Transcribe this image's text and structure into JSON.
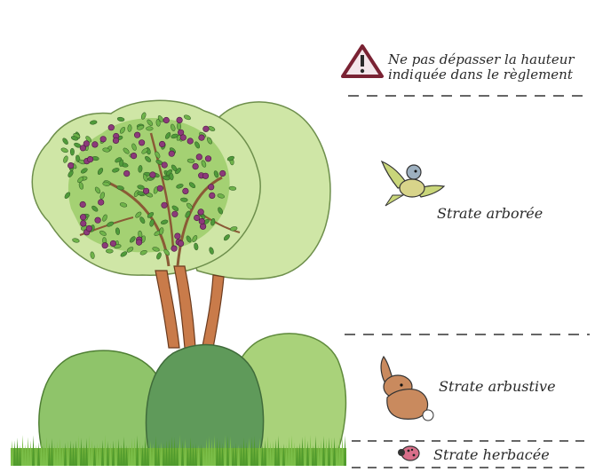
{
  "warning": {
    "line1": "Ne pas dépasser la hauteur",
    "line2": "indiquée dans le règlement",
    "icon": "warning-triangle-icon"
  },
  "strates": [
    {
      "label": "Strate arborée",
      "icon": "bird-icon"
    },
    {
      "label": "Strate arbustive",
      "icon": "rabbit-icon"
    },
    {
      "label": "Strate herbacée",
      "icon": "ladybug-icon"
    }
  ],
  "colors": {
    "warning_red": "#7a2233",
    "foliage_light": "#cfe6a6",
    "foliage_mid": "#9ccc6a",
    "shrub_dark": "#5f9a5a",
    "trunk": "#c97b4a",
    "fruit": "#8c3a7a",
    "grass": "#4f9a2c"
  }
}
